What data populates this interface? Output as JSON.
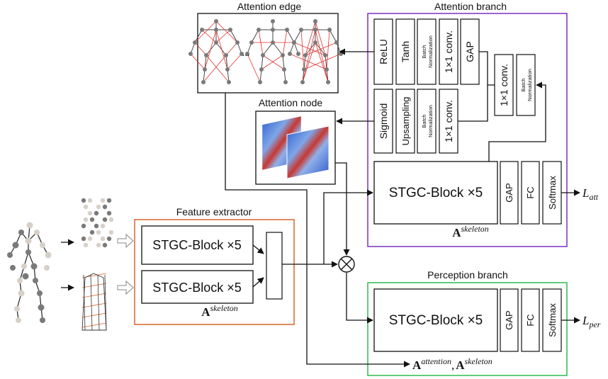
{
  "attention_edge": {
    "title": "Attention edge",
    "ellipsis": "..."
  },
  "attention_node": {
    "title": "Attention node"
  },
  "attention_branch": {
    "title": "Attention branch",
    "top_row": [
      "ReLU",
      "Tanh",
      "Batch Normalization",
      "1×1 conv.",
      "GAP"
    ],
    "bottom_row": [
      "Sigmoid",
      "Upsampling",
      "Batch Normalization",
      "1×1 conv."
    ],
    "shared_conv": "1×1 conv.",
    "shared_bn": "Batch Normalization",
    "block": "STGC-Block ×5",
    "head": [
      "GAP",
      "FC",
      "Softmax"
    ],
    "matrix_symbol": "A",
    "matrix_sup": "skeleton",
    "loss_symbol": "L",
    "loss_sub": "att"
  },
  "feature_extractor": {
    "title": "Feature extractor",
    "block1": "STGC-Block ×5",
    "block2": "STGC-Block ×5",
    "matrix_symbol": "A",
    "matrix_sup": "skeleton"
  },
  "perception_branch": {
    "title": "Perception branch",
    "block": "STGC-Block ×5",
    "head": [
      "GAP",
      "FC",
      "Softmax"
    ],
    "loss_symbol": "L",
    "loss_sub": "per",
    "matrix_symbol_1": "A",
    "matrix_sup_1": "attention",
    "separator": ",",
    "matrix_symbol_2": "A",
    "matrix_sup_2": "skeleton"
  },
  "colors": {
    "attention_branch_border": "#7a2fc4",
    "feature_extractor_border": "#d9662b",
    "perception_branch_border": "#2dbb4f",
    "edge_lines": "#e0322e",
    "joint_dark": "#7a7a7a",
    "joint_light": "#d6d0c8"
  }
}
